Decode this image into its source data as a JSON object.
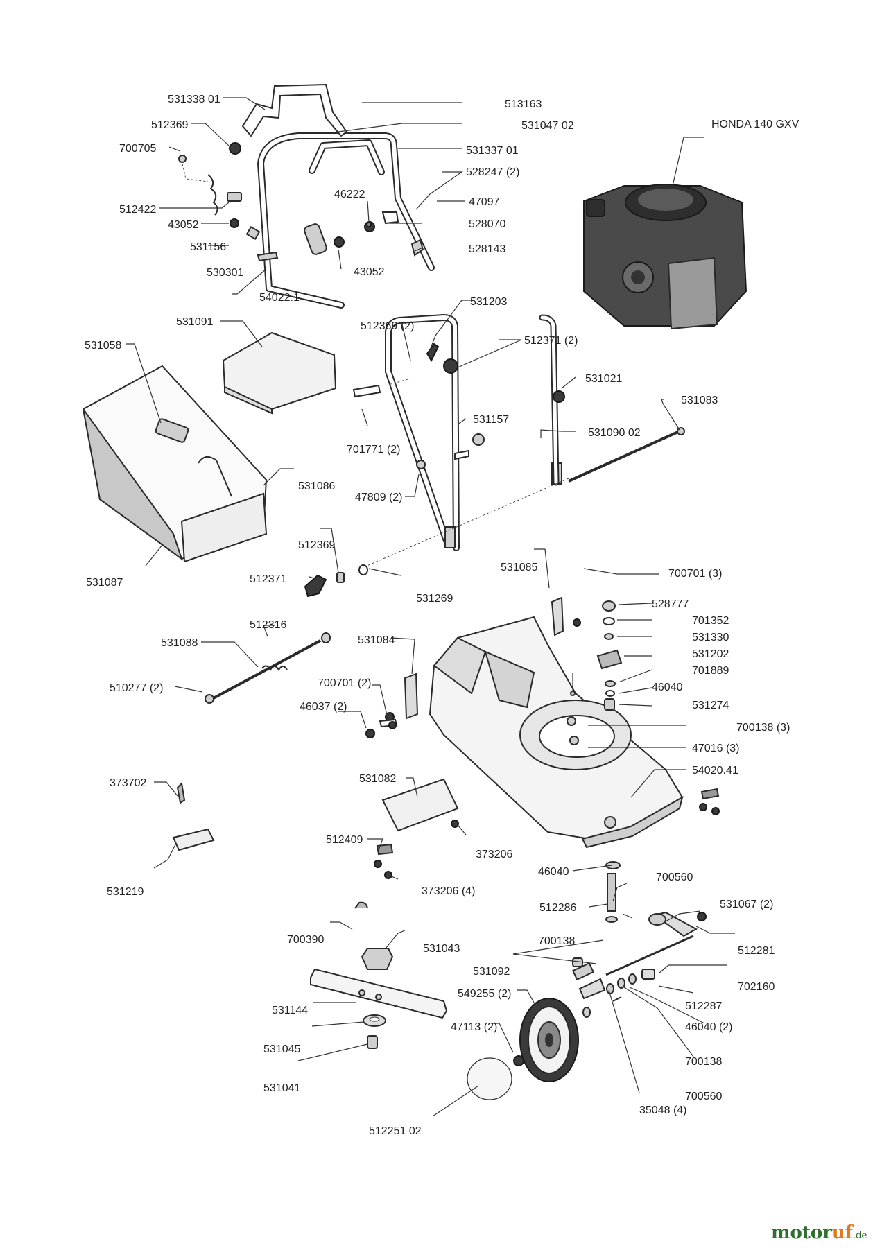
{
  "engine_label": "HONDA 140 GXV",
  "labels": {
    "l531338": "531338 01",
    "l513163": "513163",
    "l531047": "531047 02",
    "l512369a": "512369",
    "l700705": "700705",
    "l531337": "531337 01",
    "l528247": "528247 (2)",
    "l46222": "46222",
    "l47097": "47097",
    "l512422": "512422",
    "l528070": "528070",
    "l43052a": "43052",
    "l531156": "531156",
    "l528143": "528143",
    "l530301": "530301",
    "l43052b": "43052",
    "l54022": "54022.1",
    "l531091": "531091",
    "l531203": "531203",
    "l512369b": "512369 (2)",
    "l512371a": "512371 (2)",
    "l531058": "531058",
    "l531021": "531021",
    "l531083": "531083",
    "l531157": "531157",
    "l531090": "531090 02",
    "l701771": "701771 (2)",
    "l47809": "47809 (2)",
    "l531086": "531086",
    "l512369c": "512369",
    "l531087": "531087",
    "l512371b": "512371",
    "l531269": "531269",
    "l531085": "531085",
    "l700701a": "700701 (3)",
    "l528777": "528777",
    "l701352": "701352",
    "l531330": "531330",
    "l531202": "531202",
    "l701889": "701889",
    "l46040a": "46040",
    "l531274": "531274",
    "l512316": "512316",
    "l531088": "531088",
    "l531084": "531084",
    "l700701b": "700701 (2)",
    "l510277": "510277 (2)",
    "l46037": "46037 (2)",
    "l700138a": "700138 (3)",
    "l47016": "47016 (3)",
    "l54020": "54020.41",
    "l373702": "373702",
    "l531082": "531082",
    "l512409": "512409",
    "l373206a": "373206",
    "l531219": "531219",
    "l373206b": "373206 (4)",
    "l46040b": "46040",
    "l700560a": "700560",
    "l512286": "512286",
    "l531067": "531067 (2)",
    "l700390": "700390",
    "l531043": "531043",
    "l700138b": "700138",
    "l512281": "512281",
    "l531092": "531092",
    "l702160": "702160",
    "l549255": "549255 (2)",
    "l512287": "512287",
    "l531144": "531144",
    "l47113": "47113 (2)",
    "l46040c": "46040 (2)",
    "l531045": "531045",
    "l700138c": "700138",
    "l531041": "531041",
    "l700560b": "700560",
    "l35048": "35048 (4)",
    "l512251": "512251 02"
  },
  "watermark": {
    "main_a": "motor",
    "main_b": "uf",
    "suffix": ".de"
  }
}
